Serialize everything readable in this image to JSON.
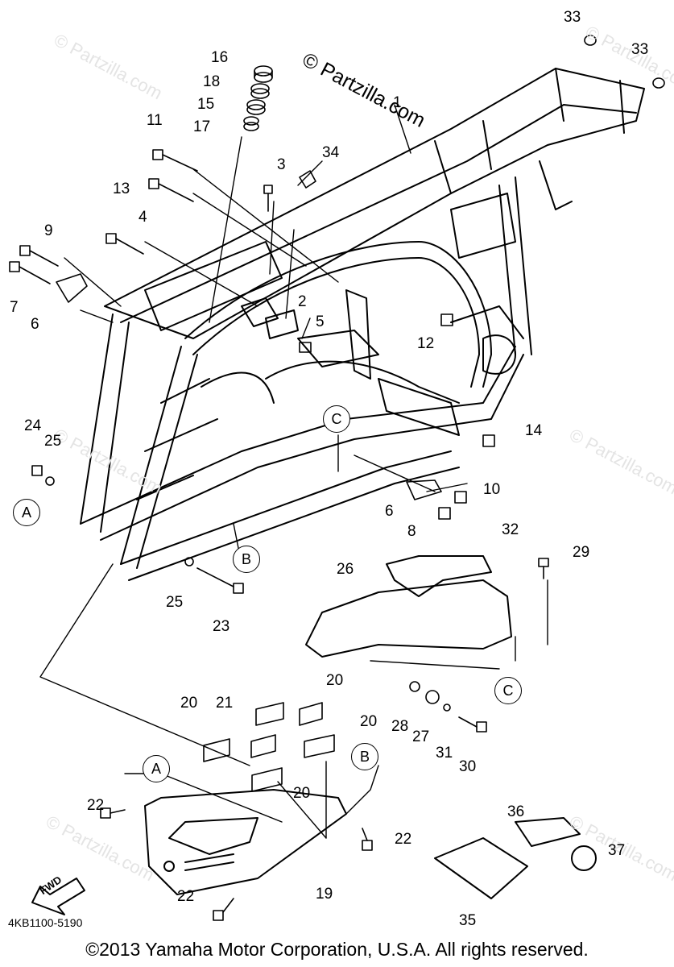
{
  "watermark": {
    "main": "© Partzilla.com",
    "faint": "© Partzilla.com"
  },
  "part_numbers": [
    "1",
    "2",
    "3",
    "4",
    "5",
    "6",
    "6",
    "7",
    "8",
    "9",
    "10",
    "11",
    "12",
    "13",
    "14",
    "15",
    "16",
    "17",
    "18",
    "19",
    "20",
    "20",
    "20",
    "20",
    "21",
    "22",
    "22",
    "22",
    "23",
    "24",
    "25",
    "25",
    "26",
    "27",
    "28",
    "29",
    "30",
    "31",
    "32",
    "33",
    "33",
    "34",
    "35",
    "36",
    "37"
  ],
  "reference_markers": [
    "A",
    "A",
    "B",
    "B",
    "C",
    "C"
  ],
  "fwd_label": "FWD",
  "diagram_code": "4KB1100-5190",
  "copyright": "©2013  Yamaha Motor Corporation, U.S.A. All rights reserved.",
  "colors": {
    "line": "#000000",
    "background": "#ffffff",
    "watermark": "#e4e4e4"
  }
}
